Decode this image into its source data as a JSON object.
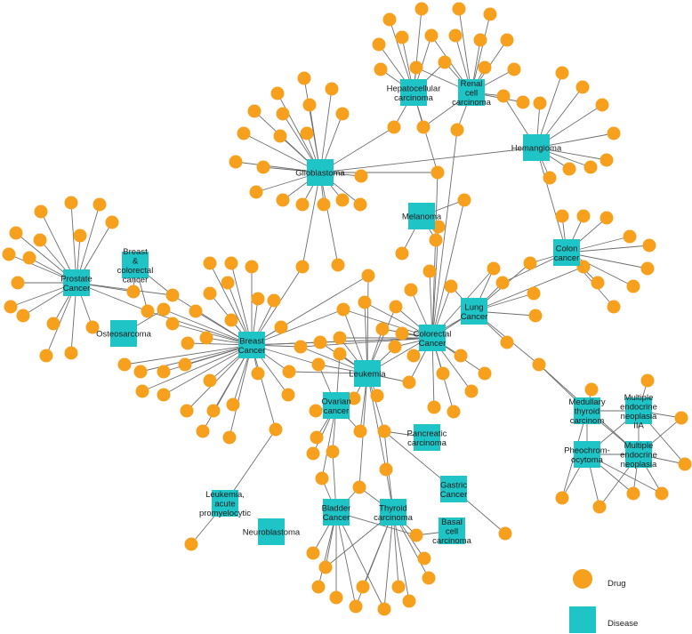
{
  "legend": {
    "drug": "Drug",
    "disease": "Disease"
  },
  "colors": {
    "drug": "#f7a01e",
    "disease": "#1ec4c6",
    "edge": "#6e6e6e"
  },
  "diseases": [
    {
      "id": "hepatocellular",
      "lines": [
        "Hepatocellular",
        "carcinoma"
      ]
    },
    {
      "id": "renal",
      "lines": [
        "Renal",
        "cell",
        "carcinoma"
      ]
    },
    {
      "id": "hemangioma",
      "lines": [
        "Hemangioma"
      ]
    },
    {
      "id": "glioblastoma",
      "lines": [
        "Glioblastoma"
      ]
    },
    {
      "id": "melanoma",
      "lines": [
        "Melanoma"
      ]
    },
    {
      "id": "colon",
      "lines": [
        "Colon",
        "cancer"
      ]
    },
    {
      "id": "breast-colorectal",
      "lines": [
        "Breast",
        "&",
        "colorectal",
        "cancer"
      ]
    },
    {
      "id": "prostate",
      "lines": [
        "Prostate",
        "Cancer"
      ]
    },
    {
      "id": "osteosarcoma",
      "lines": [
        "Osteosarcoma"
      ]
    },
    {
      "id": "lung",
      "lines": [
        "Lung",
        "Cancer"
      ]
    },
    {
      "id": "breast",
      "lines": [
        "Breast",
        "Cancer"
      ]
    },
    {
      "id": "colorectal",
      "lines": [
        "Colorectal",
        "Cancer"
      ]
    },
    {
      "id": "leukemia",
      "lines": [
        "Leukemia"
      ]
    },
    {
      "id": "ovarian",
      "lines": [
        "Ovarian",
        "cancer"
      ]
    },
    {
      "id": "medullary-thyroid",
      "lines": [
        "Medullary",
        "thyroid",
        "carcinom"
      ]
    },
    {
      "id": "men2a",
      "lines": [
        "Multiple",
        "endocrine",
        "neoplasia",
        "IIA"
      ]
    },
    {
      "id": "pheochromocytoma",
      "lines": [
        "Pheochrom-",
        "ocytoma"
      ]
    },
    {
      "id": "men",
      "lines": [
        "Multiple",
        "endocrine",
        "neoplasia"
      ]
    },
    {
      "id": "pancreatic",
      "lines": [
        "Pancreatic",
        "carcinoma"
      ]
    },
    {
      "id": "gastric",
      "lines": [
        "Gastric",
        "Cancer"
      ]
    },
    {
      "id": "leukemia-apl",
      "lines": [
        "Leukemia,",
        "acute",
        "promyelocytic"
      ]
    },
    {
      "id": "neuroblastoma",
      "lines": [
        "Neuroblastoma"
      ]
    },
    {
      "id": "bladder",
      "lines": [
        "Bladder",
        "Cancer"
      ]
    },
    {
      "id": "thyroid",
      "lines": [
        "Thyroid",
        "carcinoma"
      ]
    },
    {
      "id": "basal-cell",
      "lines": [
        "Basal",
        "cell",
        "carcinoma"
      ]
    }
  ]
}
